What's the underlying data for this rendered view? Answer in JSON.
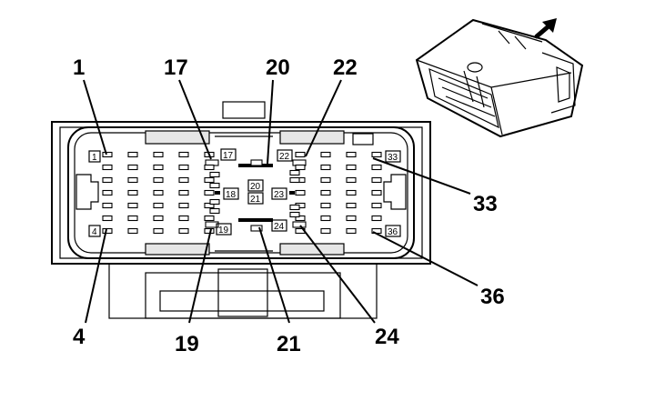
{
  "callouts": {
    "c1": "1",
    "c17": "17",
    "c20": "20",
    "c22": "22",
    "c33": "33",
    "c36": "36",
    "c4": "4",
    "c19": "19",
    "c21": "21",
    "c24": "24"
  },
  "pin_labels": {
    "p1": "1",
    "p4": "4",
    "p17": "17",
    "p18": "18",
    "p19": "19",
    "p20": "20",
    "p21": "21",
    "p22": "22",
    "p23": "23",
    "p24": "24",
    "p33": "33",
    "p36": "36"
  },
  "icons": {
    "direction": "arrow-up-right-icon",
    "connector": "connector-3d-view"
  }
}
